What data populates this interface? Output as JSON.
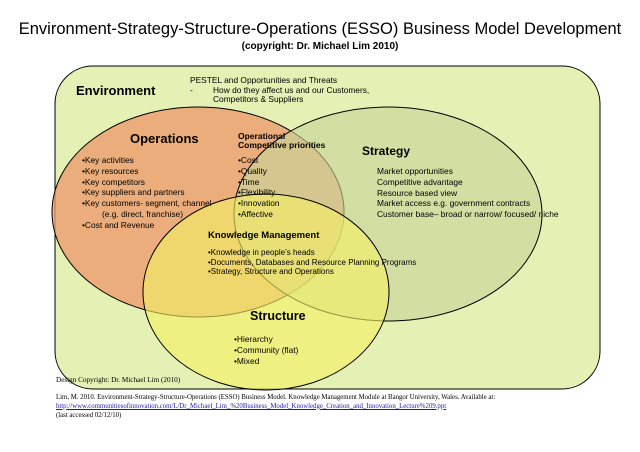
{
  "title": "Environment-Strategy-Structure-Operations (ESSO) Business Model Development",
  "subtitle": "(copyright: Dr. Michael Lim 2010)",
  "colors": {
    "environment_fill": "#e4f0b4",
    "operations_fill": "#ec9a6a",
    "strategy_fill": "#c8d49a",
    "structure_fill": "#f4f064",
    "outline": "#000000"
  },
  "environment": {
    "label": "Environment",
    "pestel_line": "PESTEL and Opportunities and Threats",
    "question_dash": "-",
    "question_line1": "How do they affect us and our Customers,",
    "question_line2": "Competitors & Suppliers"
  },
  "operations": {
    "label": "Operations",
    "items": [
      "•Key activities",
      "•Key resources",
      "•Key competitors",
      "•Key suppliers and partners",
      "•Key customers- segment, channel",
      "(e.g. direct, franchise)",
      "•Cost and Revenue"
    ]
  },
  "competitive_priorities": {
    "title_line1": "Operational",
    "title_line2": "Competitive priorities",
    "items": [
      "•Cost",
      "•Quality",
      "•Time",
      "•Flexibility",
      "•Innovation",
      "•Affective"
    ]
  },
  "strategy": {
    "label": "Strategy",
    "items": [
      "Market opportunities",
      "Competitive advantage",
      "Resource based view",
      "Market access e.g. government contracts",
      "Customer base– broad or narrow/ focused/ niche"
    ]
  },
  "knowledge_management": {
    "label": "Knowledge Management",
    "items": [
      "•Knowledge in people’s heads",
      "•Documents, Databases and Resource Planning Programs",
      "•Strategy, Structure and Operations"
    ]
  },
  "structure": {
    "label": "Structure",
    "items": [
      "•Hierarchy",
      "•Community (flat)",
      "•Mixed"
    ]
  },
  "footer": {
    "design_copyright": "Design Copyright: Dr. Michael Lim (2010)",
    "reference_line1": "Lim, M. 2010. Environment-Strategy-Structure-Operations (ESSO) Business Model. Knowledge Management Module at Bangor University, Wales. Available at:",
    "reference_url": "http://www.communitiesofinnovation.com/L/Dr_Michael_Lim_%20Business_Model_Knowledge_Creation_and_Innovation_Lecture%209.ppt",
    "reference_accessed": "(last accessed 02/12/10)"
  }
}
